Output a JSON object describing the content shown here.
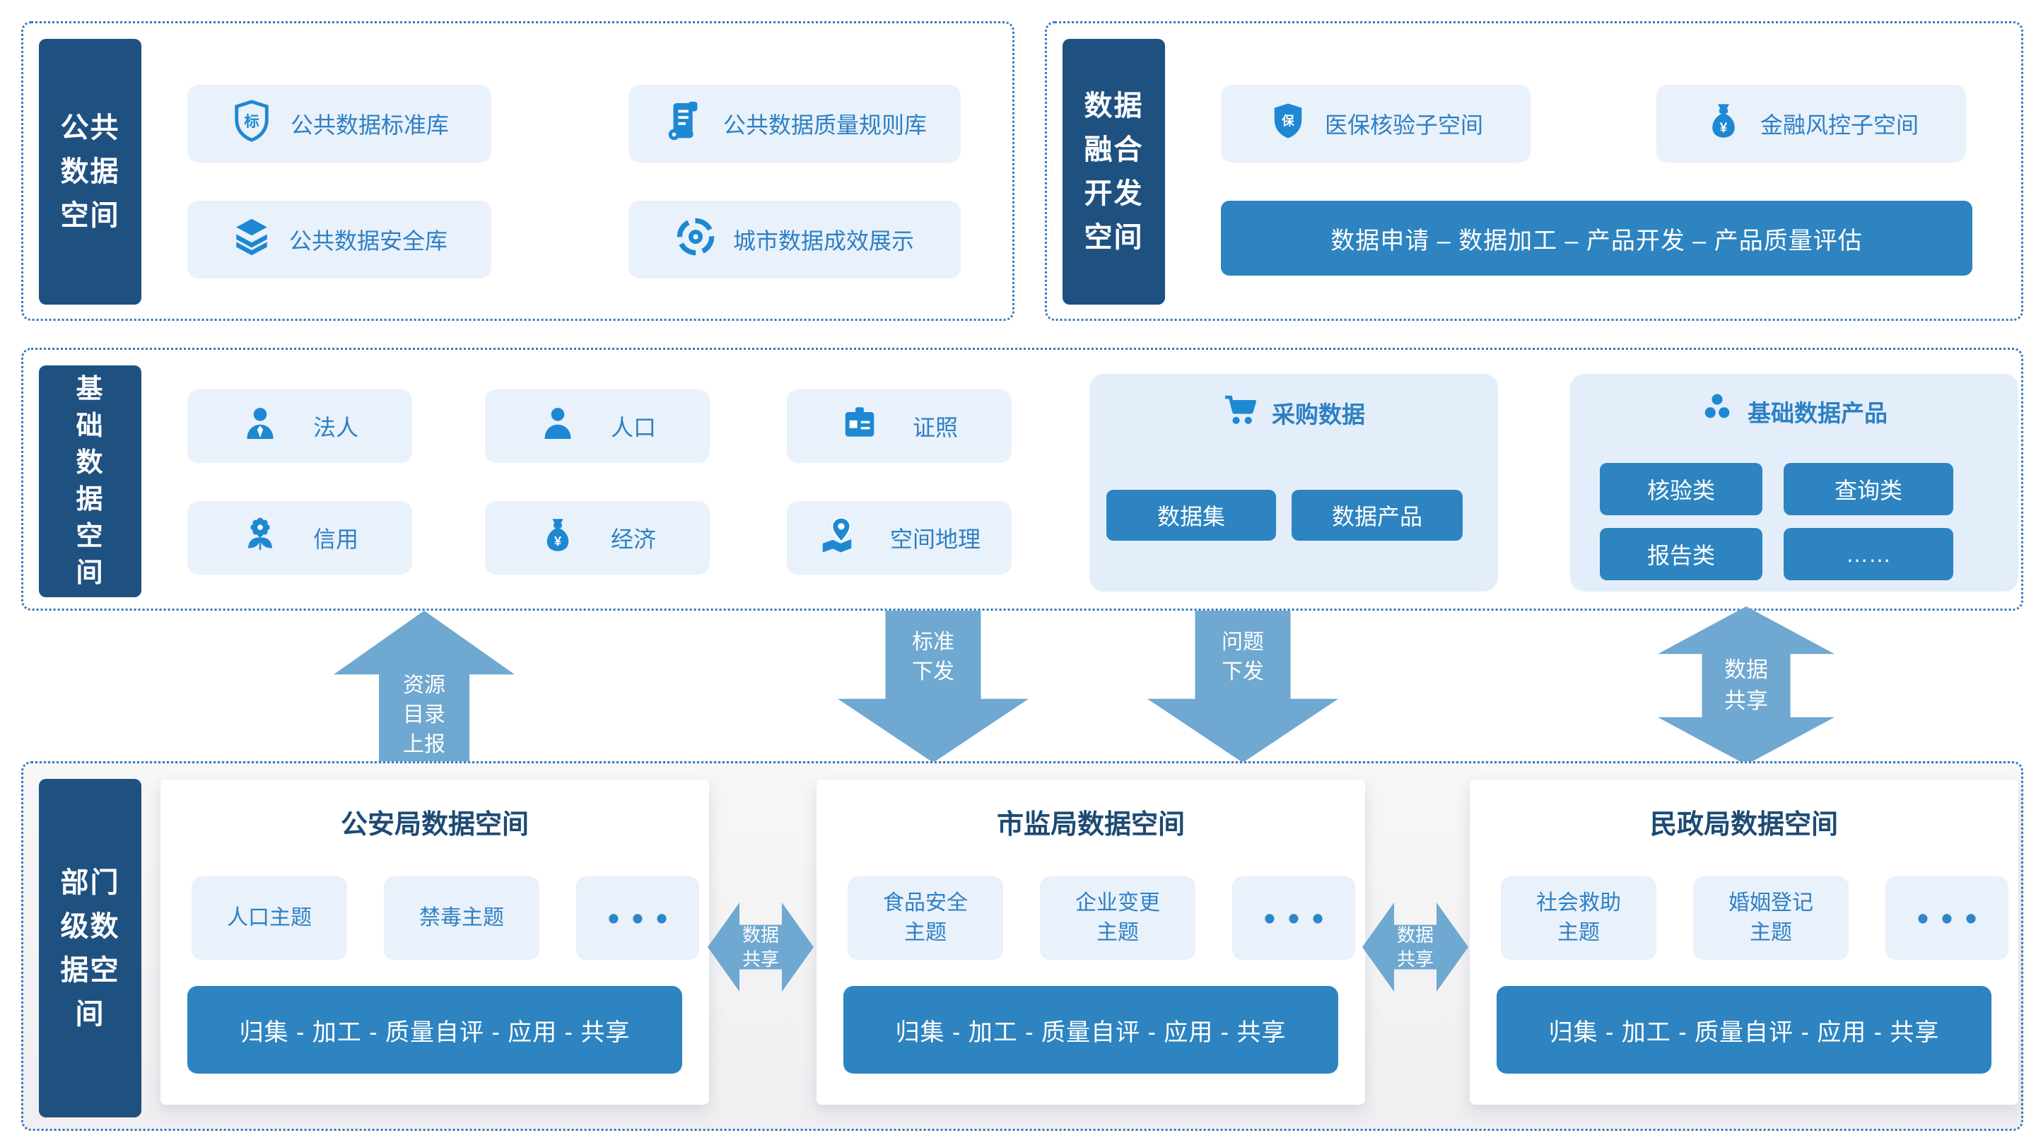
{
  "colors": {
    "navy_label_bg": "#1f5180",
    "mid_blue": "#2d84c0",
    "icon_blue": "#1e88d2",
    "item_text_blue": "#2e80c3",
    "card_title_navy": "#1d4a73",
    "chip_bg": "#e9f1fb",
    "panel_bg": "#e3eefa",
    "arrow_blue": "#6fa8d0",
    "dotted_border_blue": "#3579bd"
  },
  "sections": {
    "public": {
      "label": "公共\n数据\n空间",
      "items": [
        {
          "icon": "shield-standard-icon",
          "label": "公共数据标准库"
        },
        {
          "icon": "scroll-icon",
          "label": "公共数据质量规则库"
        },
        {
          "icon": "layers-icon",
          "label": "公共数据安全库"
        },
        {
          "icon": "target-icon",
          "label": "城市数据成效展示"
        }
      ]
    },
    "fusion": {
      "label": "数据\n融合\n开发\n空间",
      "items": [
        {
          "icon": "shield-bao-icon",
          "label": "医保核验子空间"
        },
        {
          "icon": "moneybag-icon",
          "label": "金融风控子空间"
        }
      ],
      "pipeline": "数据申请 – 数据加工 – 产品开发 – 产品质量评估"
    },
    "basic": {
      "label": "基\n础\n数\n据\n空\n间",
      "chips": [
        {
          "icon": "person-tie-icon",
          "label": "法人"
        },
        {
          "icon": "person-icon",
          "label": "人口"
        },
        {
          "icon": "idcard-icon",
          "label": "证照"
        },
        {
          "icon": "flower-icon",
          "label": "信用"
        },
        {
          "icon": "moneybag-icon",
          "label": "经济"
        },
        {
          "icon": "map-pin-icon",
          "label": "空间地理"
        }
      ],
      "purchase": {
        "title": "采购数据",
        "buttons": [
          "数据集",
          "数据产品"
        ]
      },
      "products": {
        "title": "基础数据产品",
        "buttons": [
          "核验类",
          "查询类",
          "报告类",
          "……"
        ]
      }
    },
    "department": {
      "label": "部门\n级数\n据空\n间",
      "cards": [
        {
          "title": "公安局数据空间",
          "chips": [
            "人口主题",
            "禁毒主题",
            "•••"
          ],
          "bar": "归集 - 加工 - 质量自评 - 应用 - 共享"
        },
        {
          "title": "市监局数据空间",
          "chips": [
            "食品安全\n主题",
            "企业变更\n主题",
            "•••"
          ],
          "bar": "归集 - 加工 - 质量自评 - 应用 - 共享"
        },
        {
          "title": "民政局数据空间",
          "chips": [
            "社会救助\n主题",
            "婚姻登记\n主题",
            "•••"
          ],
          "bar": "归集 - 加工 - 质量自评 - 应用 - 共享"
        }
      ]
    }
  },
  "arrows": {
    "resource_up": "资源\n目录\n上报",
    "standard_down": "标准\n下发",
    "issue_down": "问题\n下发",
    "share_vertical": "数据\n共享",
    "share_left": "数据\n共享",
    "share_right": "数据\n共享"
  }
}
